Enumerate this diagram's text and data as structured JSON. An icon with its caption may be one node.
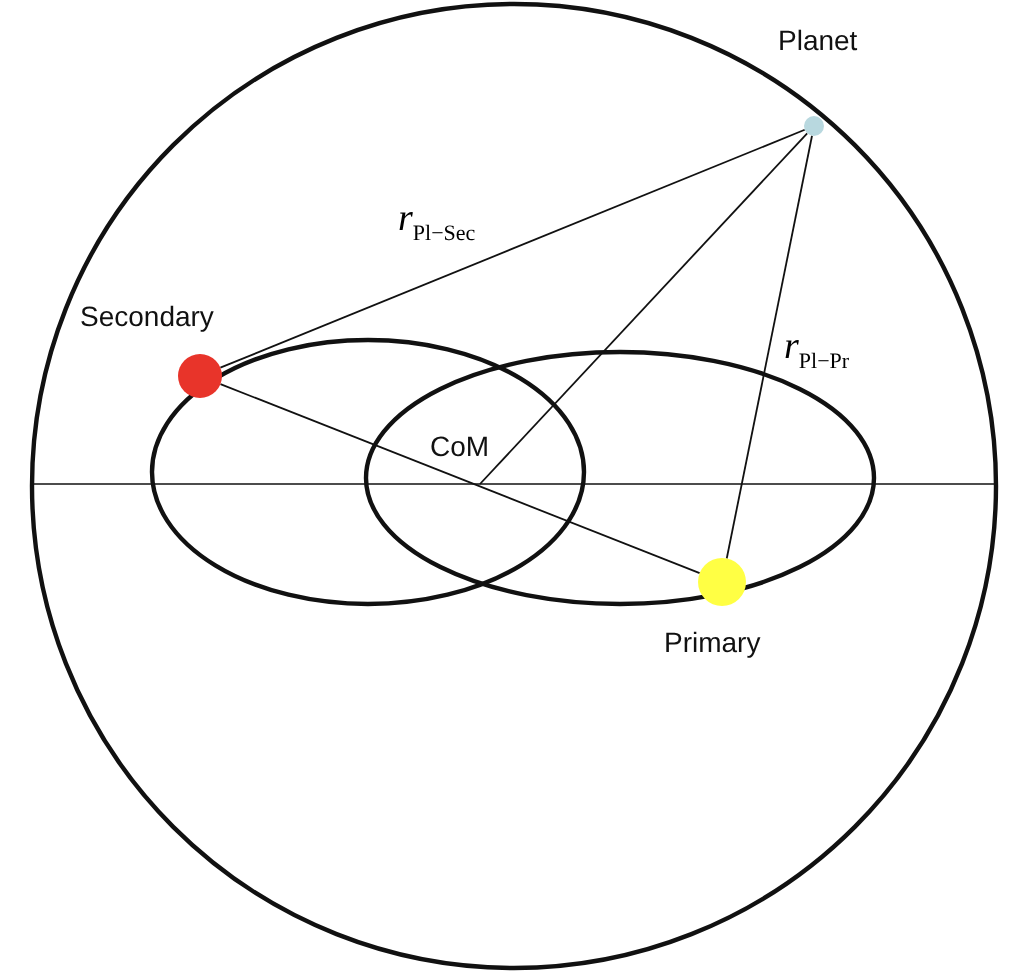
{
  "diagram": {
    "nodes": [
      {
        "text": [
          "Planet"
        ]
      },
      {
        "text": [
          "Secondary"
        ]
      },
      {
        "text": [
          "CoM"
        ]
      },
      {
        "text": [
          "Primary"
        ]
      }
    ],
    "edges": [
      {
        "from": 0,
        "to": 1,
        "arrow": "none",
        "label": "*r*$_{Pl−Sec}$"
      },
      {
        "from": 0,
        "to": 2,
        "arrow": "none"
      },
      {
        "from": 0,
        "to": 3,
        "arrow": "none",
        "label": "*r*$_{Pl−Pr}$"
      },
      {
        "from": 1,
        "to": 3,
        "arrow": "none"
      }
    ]
  }
}
